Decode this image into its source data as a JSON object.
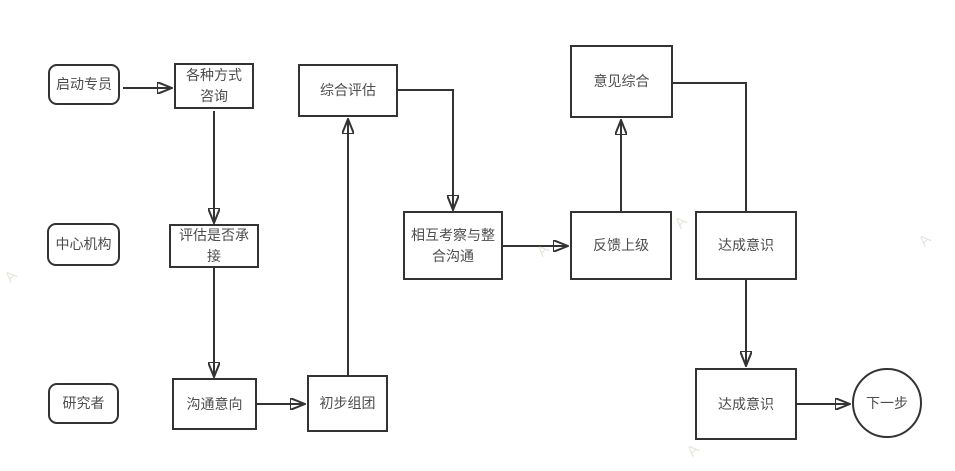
{
  "diagram": {
    "title": "",
    "colors": {
      "line": "#333333",
      "node_border": "#333333",
      "text": "#4d4d4d",
      "background": "#ffffff",
      "watermark": "#b9ad96"
    },
    "nodes": {
      "qidong_zhuanyuan": {
        "label": "启动专员",
        "shape": "rounded"
      },
      "gezhong_fangshi": {
        "label": "各种方式咨询",
        "shape": "rect"
      },
      "zonghe_pinggu": {
        "label": "综合评估",
        "shape": "rect"
      },
      "yijian_zonghe": {
        "label": "意见综合",
        "shape": "rect"
      },
      "zhongxin_jigou": {
        "label": "中心机构",
        "shape": "rounded"
      },
      "pinggu_chengjie": {
        "label": "评估是否承接",
        "shape": "rect"
      },
      "xianghu_kaocha": {
        "label": "相互考察与整合沟通",
        "shape": "rect"
      },
      "fankui_shangji": {
        "label": "反馈上级",
        "shape": "rect"
      },
      "dacheng_yishi_mid": {
        "label": "达成意识",
        "shape": "rect"
      },
      "yanjiuzhe": {
        "label": "研究者",
        "shape": "rounded"
      },
      "goutong_yixiang": {
        "label": "沟通意向",
        "shape": "rect"
      },
      "chubu_zutuan": {
        "label": "初步组团",
        "shape": "rect"
      },
      "dacheng_yishi_bot": {
        "label": "达成意识",
        "shape": "rect"
      },
      "xiayibu": {
        "label": "下一步",
        "shape": "circle"
      }
    },
    "edges": [
      {
        "from": "qidong_zhuanyuan",
        "to": "gezhong_fangshi",
        "arrow": true
      },
      {
        "from": "gezhong_fangshi",
        "to": "pinggu_chengjie",
        "arrow": true
      },
      {
        "from": "pinggu_chengjie",
        "to": "goutong_yixiang",
        "arrow": true
      },
      {
        "from": "goutong_yixiang",
        "to": "chubu_zutuan",
        "arrow": true
      },
      {
        "from": "chubu_zutuan",
        "to": "zonghe_pinggu",
        "arrow": true
      },
      {
        "from": "zonghe_pinggu",
        "to": "xianghu_kaocha",
        "arrow": true
      },
      {
        "from": "xianghu_kaocha",
        "to": "fankui_shangji",
        "arrow": true
      },
      {
        "from": "fankui_shangji",
        "to": "yijian_zonghe",
        "arrow": true
      },
      {
        "from": "yijian_zonghe",
        "to": "dacheng_yishi_mid",
        "arrow": false
      },
      {
        "from": "dacheng_yishi_mid",
        "to": "dacheng_yishi_bot",
        "arrow": true
      },
      {
        "from": "dacheng_yishi_bot",
        "to": "xiayibu",
        "arrow": true
      }
    ],
    "watermark": {
      "glyph": "A"
    }
  }
}
